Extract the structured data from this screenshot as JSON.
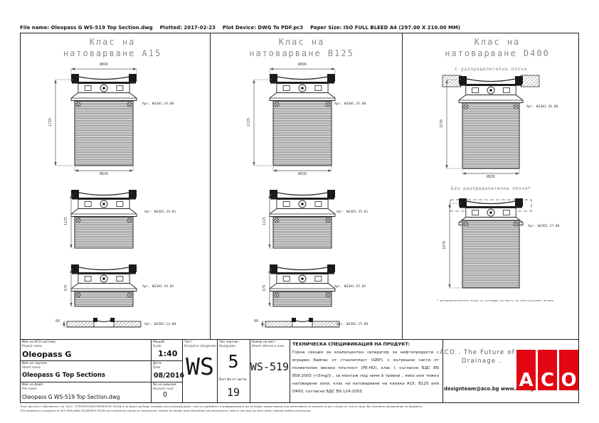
{
  "header": {
    "file_info_line": "File name: Oleopass G WS-519 Top Section.dwg    Plotted: 2017-02-23    Plot Device: DWG To PDF.pc3    Paper Size: ISO FULL BLEED A4 (297.00 X 210.00 MM)"
  },
  "columns": [
    {
      "id": "a15",
      "title_line1": "Клас на",
      "title_line2": "натоварване А15",
      "drawings": [
        {
          "kind": "tank",
          "dia_top": "Ø896",
          "height_label": "1725",
          "dia_bottom": "Ø836",
          "article": "Арт. №3301.34.00"
        },
        {
          "kind": "tank",
          "height_label": "1125",
          "article": "Арт. №3301.34.01"
        },
        {
          "kind": "tank",
          "height_label": "675",
          "article": "Арт. №3301.34.02"
        },
        {
          "kind": "plate",
          "height_label": "80",
          "article": "Арт. №3301.14.00"
        }
      ]
    },
    {
      "id": "b125",
      "title_line1": "Клас на",
      "title_line2": "натоварване B125",
      "drawings": [
        {
          "kind": "tank",
          "dia_top": "Ø896",
          "height_label": "1725",
          "dia_bottom": "Ø836",
          "article": "Арт. №3301.35.00"
        },
        {
          "kind": "tank",
          "height_label": "1125",
          "article": "Арт. №3301.35.01"
        },
        {
          "kind": "tank",
          "height_label": "675",
          "article": "Арт. №3301.35.02"
        },
        {
          "kind": "plate",
          "height_label": "80",
          "article": "Арт. №3301.15.00"
        }
      ]
    },
    {
      "id": "d400",
      "title_line1": "Клас на",
      "title_line2": "натоварване D400",
      "drawings": [
        {
          "kind": "tank",
          "subtitle": "С разпределителна плоча",
          "height_label": "1670",
          "dia_bottom": "Ø836",
          "article": "Арт. №3301.36.00"
        },
        {
          "kind": "tank",
          "subtitle": "Без разпределителна плоча*",
          "height_label": "1670",
          "article": "Арт. №3301.37.00"
        }
      ],
      "footnote": "* разпределителната плоча се изгражда на място по конструктивен детайл"
    }
  ],
  "titleblock": {
    "project": {
      "label_bg": "Име на АСО система:",
      "label_en": "Project name",
      "value": "Oleopass G"
    },
    "sheet": {
      "label_bg": "Име на чертеж:",
      "label_en": "Sheet name",
      "value": "Oleopass G Top Sections"
    },
    "file": {
      "label_bg": "Име на файл:",
      "label_en": "File name",
      "value": "Oleopass G WS-519 Top Section.dwg"
    },
    "scale": {
      "label_bg": "Мащаб:",
      "label_en": "Scale",
      "value": "1:40"
    },
    "date": {
      "label_bg": "Дата:",
      "label_en": "Date",
      "value": "08/2016"
    },
    "revision": {
      "label_bg": "No на ревизия:",
      "label_en": "Revision num.",
      "value": "0"
    },
    "discipline": {
      "label_bg": "Част :",
      "label_en": "Discipline designator",
      "value": "WS"
    },
    "type": {
      "label_bg": "Тип чертеж :",
      "label_en": "Designator",
      "value": "5"
    },
    "sheet_num": {
      "label_bg": "Номер на лист :",
      "label_en": "Sheet reference num.",
      "value": "WS-519"
    },
    "sheet_count": {
      "label": "Лист No от листи:",
      "value": "19"
    }
  },
  "spec": {
    "title": "ТЕХНИЧЕСКА СПЕЦИФИКАЦИЯ НА ПРОДУКТ:",
    "body": "Горна секция за коалесцентен сепаратор за нефтопродукти с вграден байпас от стъклопласт (GRP), с вътрешни части от полиетилен висока плътност (PE-HD), клас I, съгласно БДС EN 858:2003 (<5mg/l) , за монтаж под земя в тревни , леко или тежко натоварени зони, клас на натоварване на капака А15, В125 или D400, съгласно БДС EN 124:2003."
  },
  "aco": {
    "tagline_line1": "ACO . The Future of",
    "tagline_line2": "Drainage .",
    "contact": "designteam@aco.bg  www.aco.bg",
    "logo_letters": [
      "A",
      "C",
      "O"
    ],
    "logo_color": "#e30613"
  },
  "footer": {
    "line_bg": "Този чертеж е собственост на \"АСО - СТРОИТЕЛНИ ЕЛЕМЕНТИ\" ЕООД и не може да бъде копиран или репродуциран, както и дизайнът и информацията да не бъдат представяни или използвани по какъвто и да е начин от трети лица, без писмено разрешение на фирмата.",
    "line_en": "This drawing is a property of ACO BUILDING ELEMENTS EOOD and cannot be copied or reproduced, neither its design and information be presented or used in any way by third party, without written permission."
  }
}
